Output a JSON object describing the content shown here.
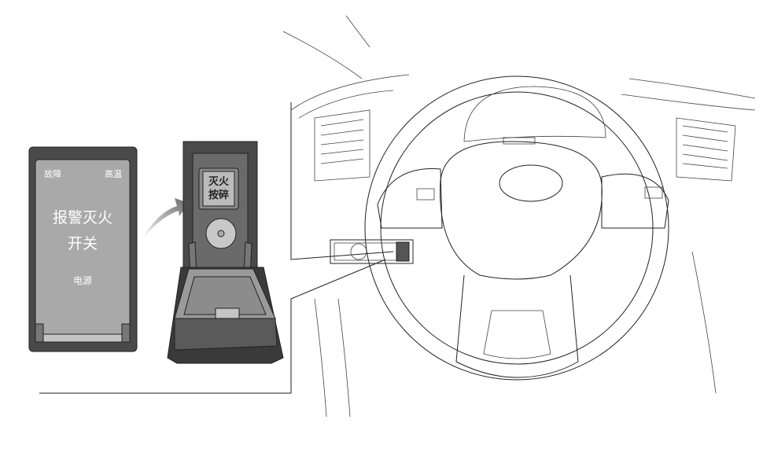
{
  "switch_panel": {
    "fault_label": "故障",
    "high_temp_label": "高温",
    "title_line1": "报警灭火",
    "title_line2": "开关",
    "power_label": "电源"
  },
  "open_switch": {
    "break_label_line1": "灭火",
    "break_label_line2": "按碎"
  },
  "colors": {
    "panel_dark": "#4a4a4a",
    "panel_face": "#a9a9a9",
    "line": "#222222"
  }
}
